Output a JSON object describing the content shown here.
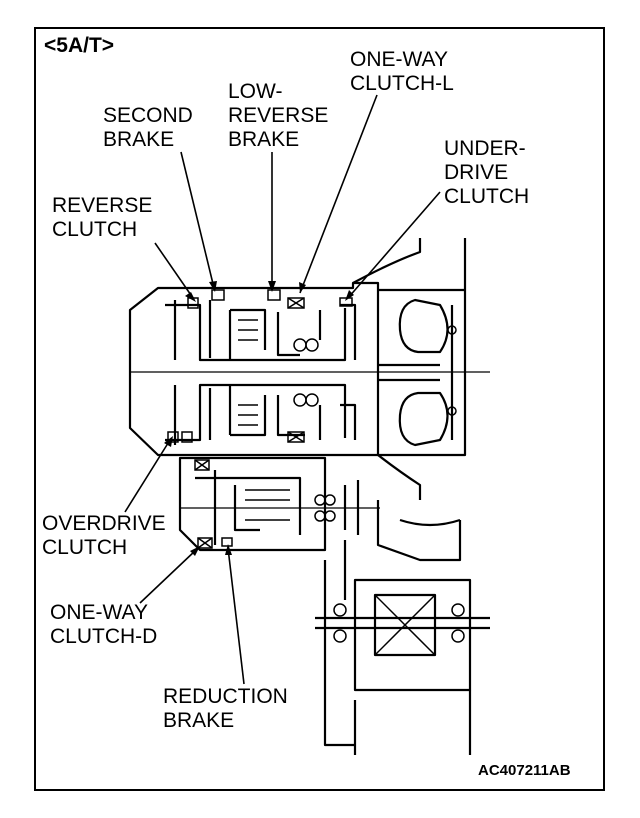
{
  "header": {
    "model": "<5A/T>"
  },
  "labels": {
    "one_way_clutch_l": [
      "ONE-WAY",
      "CLUTCH-L"
    ],
    "low_reverse_brake": [
      "LOW-",
      "REVERSE",
      "BRAKE"
    ],
    "second_brake": [
      "SECOND",
      "BRAKE"
    ],
    "underdrive_clutch": [
      "UNDER-",
      "DRIVE",
      "CLUTCH"
    ],
    "reverse_clutch": [
      "REVERSE",
      "CLUTCH"
    ],
    "overdrive_clutch": [
      "OVERDRIVE",
      "CLUTCH"
    ],
    "one_way_clutch_d": [
      "ONE-WAY",
      "CLUTCH-D"
    ],
    "reduction_brake": [
      "REDUCTION",
      "BRAKE"
    ]
  },
  "reference_code": "AC407211AB"
}
